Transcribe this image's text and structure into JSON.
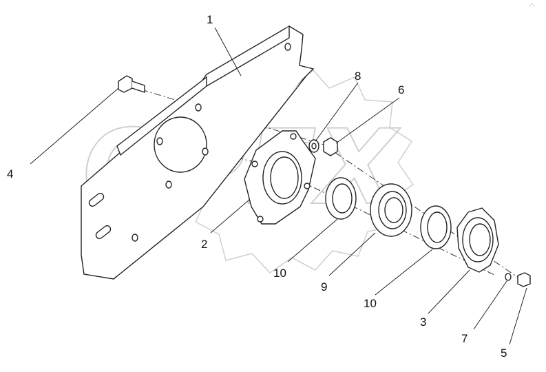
{
  "diagram": {
    "watermark": {
      "text": "OPEX",
      "color": "#d8d8d8"
    },
    "callouts": [
      "1",
      "2",
      "3",
      "4",
      "5",
      "6",
      "7",
      "8",
      "9",
      "10",
      "10"
    ],
    "corner_mark": "·ˈ·"
  }
}
